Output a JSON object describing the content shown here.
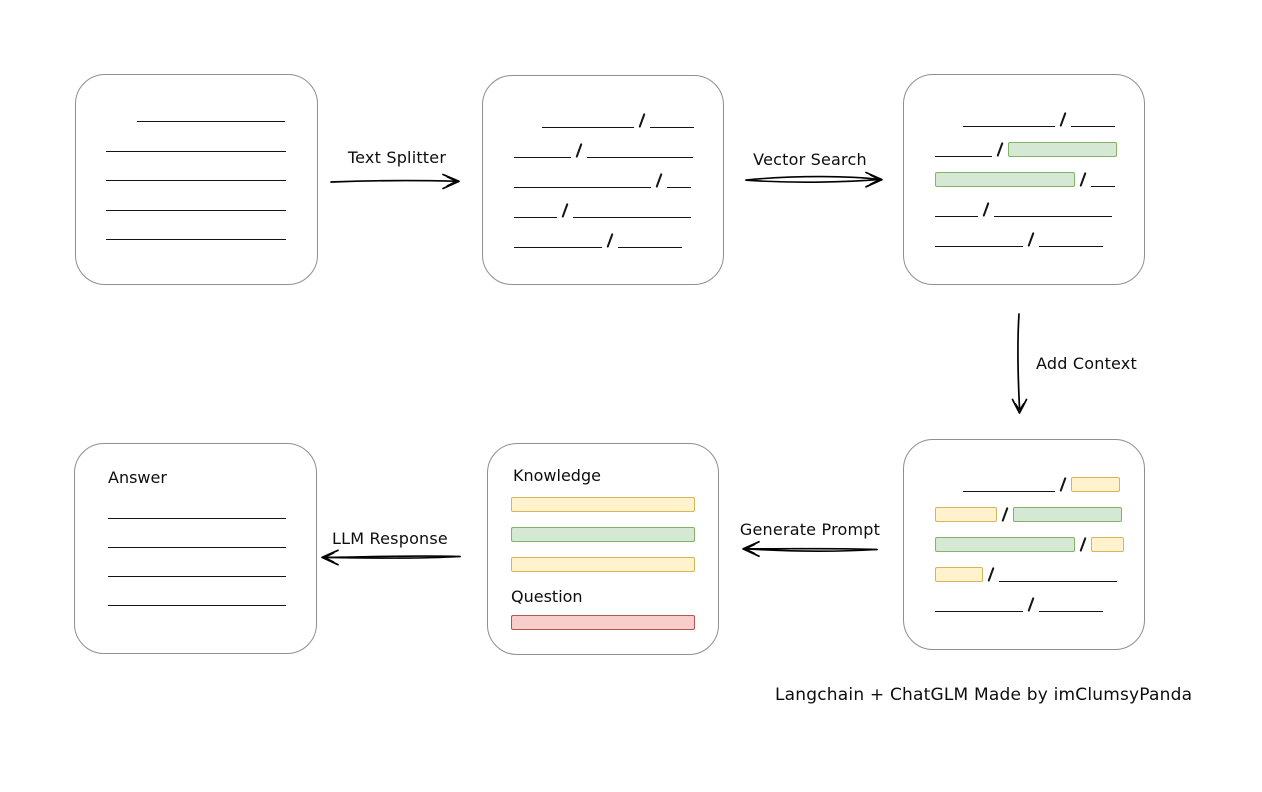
{
  "labels": {
    "text_splitter": "Text Splitter",
    "vector_search": "Vector Search",
    "add_context": "Add Context",
    "generate_prompt": "Generate Prompt",
    "llm_response": "LLM Response",
    "footer": "Langchain + ChatGLM Made by imClumsyPanda"
  },
  "colors": {
    "green_fill": "#d5e8d4",
    "green_border": "#82b366",
    "yellow_fill": "#fff2cc",
    "yellow_border": "#d6b656",
    "red_fill": "#f8cecc",
    "red_border": "#b85450",
    "line": "#141414",
    "box_border": "#8f8f8f",
    "background": "#ffffff"
  },
  "boxes": {
    "document": {
      "lines": [
        {
          "indent": 31,
          "w": 148
        },
        {
          "indent": 0,
          "w": 180
        },
        {
          "indent": 0,
          "w": 180
        },
        {
          "indent": 0,
          "w": 180
        },
        {
          "indent": 0,
          "w": 180
        }
      ]
    },
    "split_chunks": {
      "rows": [
        {
          "indent": 28,
          "segments": [
            {
              "kind": "line",
              "w": 92
            },
            {
              "kind": "slash"
            },
            {
              "kind": "line",
              "w": 44
            }
          ]
        },
        {
          "indent": 0,
          "segments": [
            {
              "kind": "line",
              "w": 57
            },
            {
              "kind": "slash"
            },
            {
              "kind": "line",
              "w": 106
            }
          ]
        },
        {
          "indent": 0,
          "segments": [
            {
              "kind": "line",
              "w": 137
            },
            {
              "kind": "slash"
            },
            {
              "kind": "line",
              "w": 24
            }
          ]
        },
        {
          "indent": 0,
          "segments": [
            {
              "kind": "line",
              "w": 43
            },
            {
              "kind": "slash"
            },
            {
              "kind": "line",
              "w": 118
            }
          ]
        },
        {
          "indent": 0,
          "segments": [
            {
              "kind": "line",
              "w": 88
            },
            {
              "kind": "slash"
            },
            {
              "kind": "line",
              "w": 64
            }
          ]
        }
      ]
    },
    "vector_matches": {
      "rows": [
        {
          "indent": 28,
          "segments": [
            {
              "kind": "line",
              "w": 92
            },
            {
              "kind": "slash"
            },
            {
              "kind": "line",
              "w": 44
            }
          ]
        },
        {
          "indent": 0,
          "segments": [
            {
              "kind": "line",
              "w": 57
            },
            {
              "kind": "slash"
            },
            {
              "kind": "chip",
              "color": "green",
              "w": 107
            }
          ]
        },
        {
          "indent": 0,
          "segments": [
            {
              "kind": "chip",
              "color": "green",
              "w": 138
            },
            {
              "kind": "slash"
            },
            {
              "kind": "line",
              "w": 24
            }
          ]
        },
        {
          "indent": 0,
          "segments": [
            {
              "kind": "line",
              "w": 43
            },
            {
              "kind": "slash"
            },
            {
              "kind": "line",
              "w": 118
            }
          ]
        },
        {
          "indent": 0,
          "segments": [
            {
              "kind": "line",
              "w": 88
            },
            {
              "kind": "slash"
            },
            {
              "kind": "line",
              "w": 64
            }
          ]
        }
      ]
    },
    "context_chunks": {
      "rows": [
        {
          "indent": 28,
          "segments": [
            {
              "kind": "line",
              "w": 92
            },
            {
              "kind": "slash"
            },
            {
              "kind": "chip",
              "color": "yellow",
              "w": 47
            }
          ]
        },
        {
          "indent": 0,
          "segments": [
            {
              "kind": "chip",
              "color": "yellow",
              "w": 60
            },
            {
              "kind": "slash"
            },
            {
              "kind": "chip",
              "color": "green",
              "w": 107
            }
          ]
        },
        {
          "indent": 0,
          "segments": [
            {
              "kind": "chip",
              "color": "green",
              "w": 138
            },
            {
              "kind": "slash"
            },
            {
              "kind": "chip",
              "color": "yellow",
              "w": 31
            }
          ]
        },
        {
          "indent": 0,
          "segments": [
            {
              "kind": "chip",
              "color": "yellow",
              "w": 46
            },
            {
              "kind": "slash"
            },
            {
              "kind": "line",
              "w": 118
            }
          ]
        },
        {
          "indent": 0,
          "segments": [
            {
              "kind": "line",
              "w": 88
            },
            {
              "kind": "slash"
            },
            {
              "kind": "line",
              "w": 64
            }
          ]
        }
      ]
    },
    "prompt": {
      "knowledge_label": "Knowledge",
      "question_label": "Question",
      "knowledge_bars": [
        {
          "color": "yellow"
        },
        {
          "color": "green"
        },
        {
          "color": "yellow"
        }
      ],
      "question_bars": [
        {
          "color": "red"
        }
      ]
    },
    "answer": {
      "label": "Answer",
      "lines": [
        {
          "indent": 0,
          "w": 178
        },
        {
          "indent": 0,
          "w": 178
        },
        {
          "indent": 0,
          "w": 178
        },
        {
          "indent": 0,
          "w": 178
        }
      ]
    }
  }
}
